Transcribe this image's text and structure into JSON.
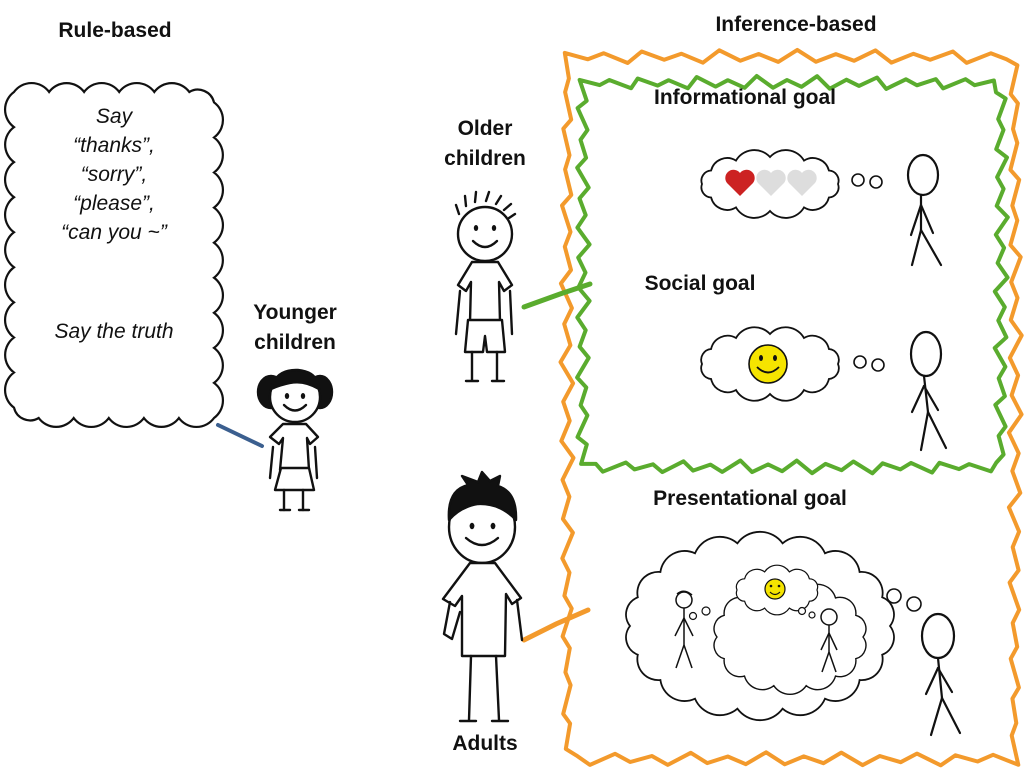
{
  "headings": {
    "rule_based": "Rule-based",
    "inference_based": "Inference-based"
  },
  "rules": {
    "line1": "Say",
    "line2": "“thanks”,",
    "line3": "“sorry”,",
    "line4": "“please”,",
    "line5": "“can you ~”",
    "truth": "Say the truth"
  },
  "goals": {
    "informational": "Informational goal",
    "social": "Social goal",
    "presentational": "Presentational goal"
  },
  "groups": {
    "younger_line1": "Younger",
    "younger_line2": "children",
    "older_line1": "Older",
    "older_line2": "children",
    "adults": "Adults"
  },
  "colors": {
    "inference_outline": "#f39a2c",
    "informational_social_outline": "#5aac2e",
    "younger_connector": "#3b5f8f",
    "heart_filled": "#cc2222",
    "heart_empty": "#dddddd",
    "smiley_fill": "#f5e400"
  },
  "icons": [
    "heart-icon",
    "smiley-icon",
    "stick-figure-icon",
    "thought-bubble-icon"
  ]
}
